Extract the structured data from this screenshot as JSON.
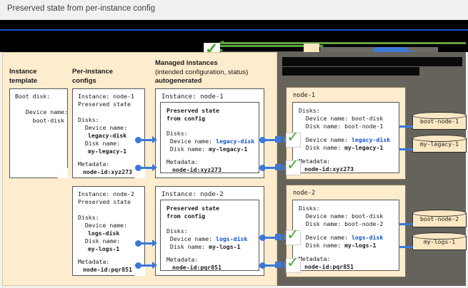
{
  "caption": {
    "text": "Preserved state from per-instance config"
  },
  "legend": {
    "check_icon": "green-check-icon",
    "redacted": true
  },
  "columns": {
    "instance_template": {
      "line1": "Instance",
      "line2": "template"
    },
    "per_instance_configs": {
      "line1": "Per-instance",
      "line2": "configs"
    },
    "managed_instances": {
      "line1": "Managed instances",
      "line2": "(intended configuration, status)",
      "line3": "autogenerated"
    },
    "right_panel_header": {
      "line1": "",
      "line2": "",
      "redacted": true
    }
  },
  "instance_template_card": {
    "text": "Boot disk:\n\n   Device name:\n     boot-disk"
  },
  "per_instance_configs": [
    {
      "id": "config-node-1",
      "l1": "Instance: node-1",
      "l2": "Preserved state",
      "l3": "Disks:",
      "l4": "  Device name:",
      "l5": "legacy-disk",
      "l6": "  Disk name:",
      "l7": "my-legacy-1",
      "l8": "Metadata:",
      "l9": "node-id:xyz273"
    },
    {
      "id": "config-node-2",
      "l1": "Instance: node-2",
      "l2": "Preserved state",
      "l3": "Disks:",
      "l4": "  Device name:",
      "l5": "logs-disk",
      "l6": "  Disk name:",
      "l7": "my-logs-1",
      "l8": "Metadata:",
      "l9": "node-id:pqr851"
    }
  ],
  "managed_instances": [
    {
      "id": "managed-node-1",
      "title": "Instance: node-1",
      "h1": "Preserved state",
      "h2": "from config",
      "disks_label": "Disks:",
      "device_label": " Device name: ",
      "device_value": "legacy-disk",
      "diskname_label": " Disk name: ",
      "diskname_value": "my-legacy-1",
      "metadata_label": "Metadata:",
      "metadata_value": "node-id:xyz273"
    },
    {
      "id": "managed-node-2",
      "title": "Instance: node-2",
      "h1": "Preserved state",
      "h2": "from config",
      "disks_label": "Disks:",
      "device_label": " Device name: ",
      "device_value": "logs-disk",
      "diskname_label": " Disk name: ",
      "diskname_value": "my-logs-1",
      "metadata_label": "Metadata:",
      "metadata_value": "node-id:pqr851"
    }
  ],
  "nodes": [
    {
      "id": "node-1",
      "name": "node-1",
      "disks_label": "Disks:",
      "boot_device_line": "  Device name: boot-disk",
      "boot_disk_line": "  Disk name: boot-node-1",
      "pd_device_label": "  Device name: ",
      "pd_device_value": "legacy-disk",
      "pd_disk_label": "  Disk name: ",
      "pd_disk_value": "my-legacy-1",
      "metadata_label": "Metadata:",
      "metadata_value": "node-id:xyz273",
      "disks": [
        {
          "name": "boot-node-1"
        },
        {
          "name": "my-legacy-1"
        }
      ]
    },
    {
      "id": "node-2",
      "name": "node-2",
      "disks_label": "Disks:",
      "boot_device_line": "  Device name: boot-disk",
      "boot_disk_line": "  Disk name: boot-node-2",
      "pd_device_label": "  Device name: ",
      "pd_device_value": "logs-disk",
      "pd_disk_label": "  Disk name: ",
      "pd_disk_value": "my-logs-1",
      "metadata_label": "Metadata:",
      "metadata_value": "node-id:pqr851",
      "disks": [
        {
          "name": "boot-node-2"
        },
        {
          "name": "my-logs-1"
        }
      ]
    }
  ],
  "colors": {
    "cream_panel": "#fdeccd",
    "dark_panel": "#65635c",
    "accent_blue": "#3b78d8",
    "text_blue": "#1156cc",
    "text_purple": "#a925c8",
    "check_green": "#4aab33",
    "page_bg": "#f1f1f1"
  },
  "icons": {
    "check": "✓"
  }
}
